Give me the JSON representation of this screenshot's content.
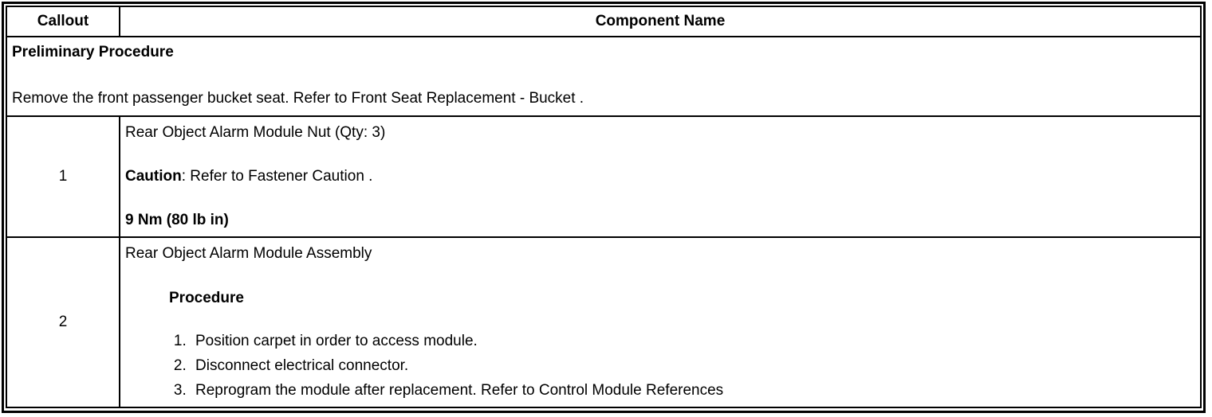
{
  "table": {
    "header": {
      "callout": "Callout",
      "component_name": "Component Name"
    },
    "preliminary": {
      "title": "Preliminary Procedure",
      "body": "Remove the front passenger bucket seat. Refer to Front Seat Replacement - Bucket ."
    },
    "rows": [
      {
        "callout": "1",
        "component": "Rear Object Alarm Module Nut (Qty: 3)",
        "caution_label": "Caution",
        "caution_text": ": Refer to Fastener Caution .",
        "torque": "9 Nm (80 lb in)"
      },
      {
        "callout": "2",
        "component": "Rear Object Alarm Module Assembly",
        "procedure_label": "Procedure",
        "steps": [
          "Position carpet in order to access module.",
          "Disconnect electrical connector.",
          "Reprogram the module after replacement. Refer to Control Module References"
        ]
      }
    ]
  }
}
